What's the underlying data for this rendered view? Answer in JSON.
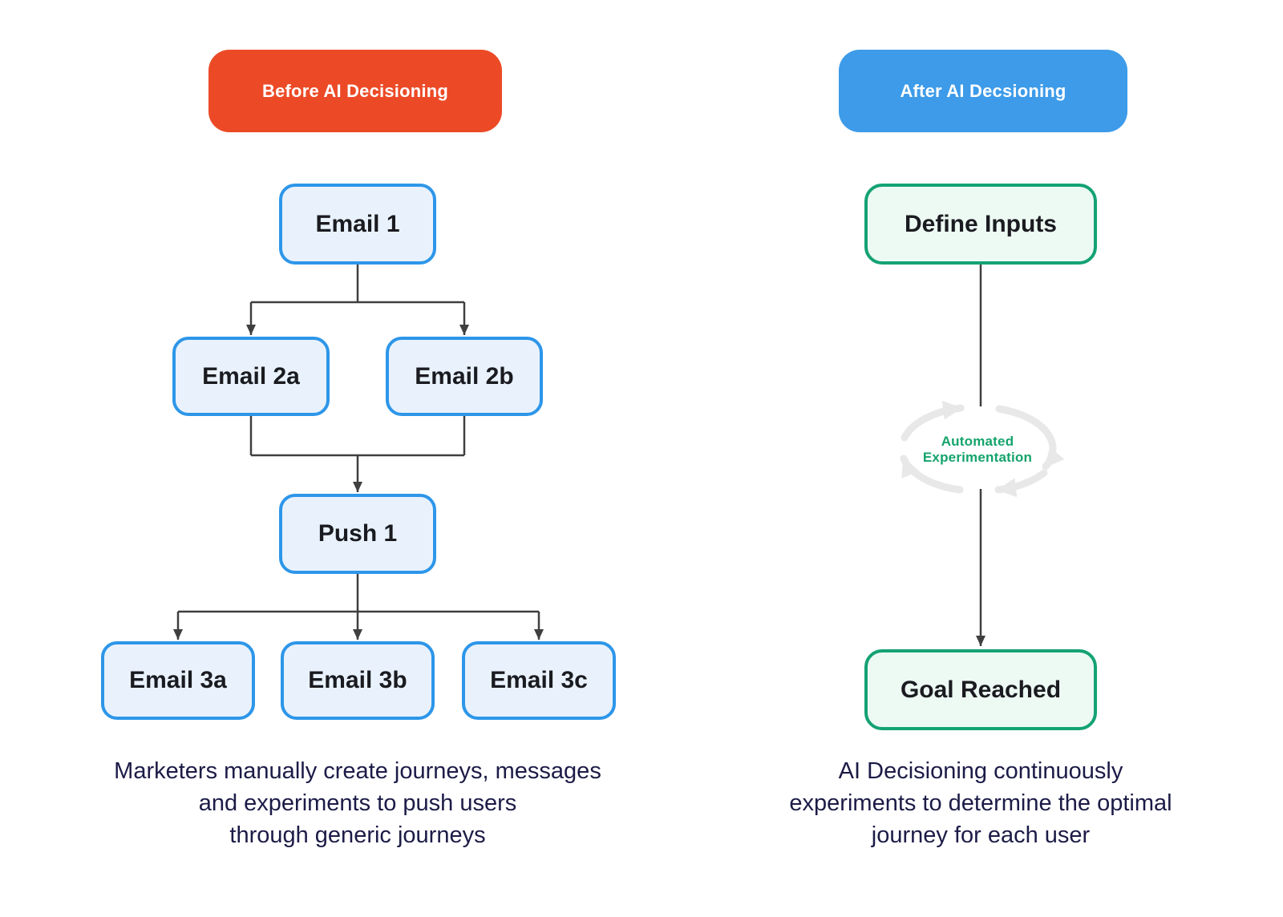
{
  "colors": {
    "before_badge": "#EC4A27",
    "after_badge": "#3D9BE9",
    "blue_node_border": "#2D96E9",
    "blue_node_fill": "#E9F2FC",
    "green_node_border": "#14A274",
    "green_node_fill": "#EDF9F3",
    "node_text": "#1A1B20",
    "loop_text": "#14A36C",
    "caption_text": "#1C1B47",
    "connector": "#3F3F3F",
    "loop_arrow": "#E8E8E8"
  },
  "before": {
    "badge": "Before AI Decisioning",
    "nodes": {
      "email1": "Email 1",
      "email2a": "Email 2a",
      "email2b": "Email 2b",
      "push1": "Push 1",
      "email3a": "Email 3a",
      "email3b": "Email 3b",
      "email3c": "Email 3c"
    },
    "caption": {
      "line1": "Marketers manually create journeys, messages",
      "line2": "and experiments to push users",
      "line3": "through generic journeys"
    }
  },
  "after": {
    "badge": "After AI Decsioning",
    "nodes": {
      "define_inputs": "Define Inputs",
      "goal_reached": "Goal Reached"
    },
    "loop": {
      "line1": "Automated",
      "line2": "Experimentation"
    },
    "caption": {
      "line1": "AI Decisioning continuously",
      "line2": "experiments to determine the optimal",
      "line3": "journey for each user"
    }
  }
}
